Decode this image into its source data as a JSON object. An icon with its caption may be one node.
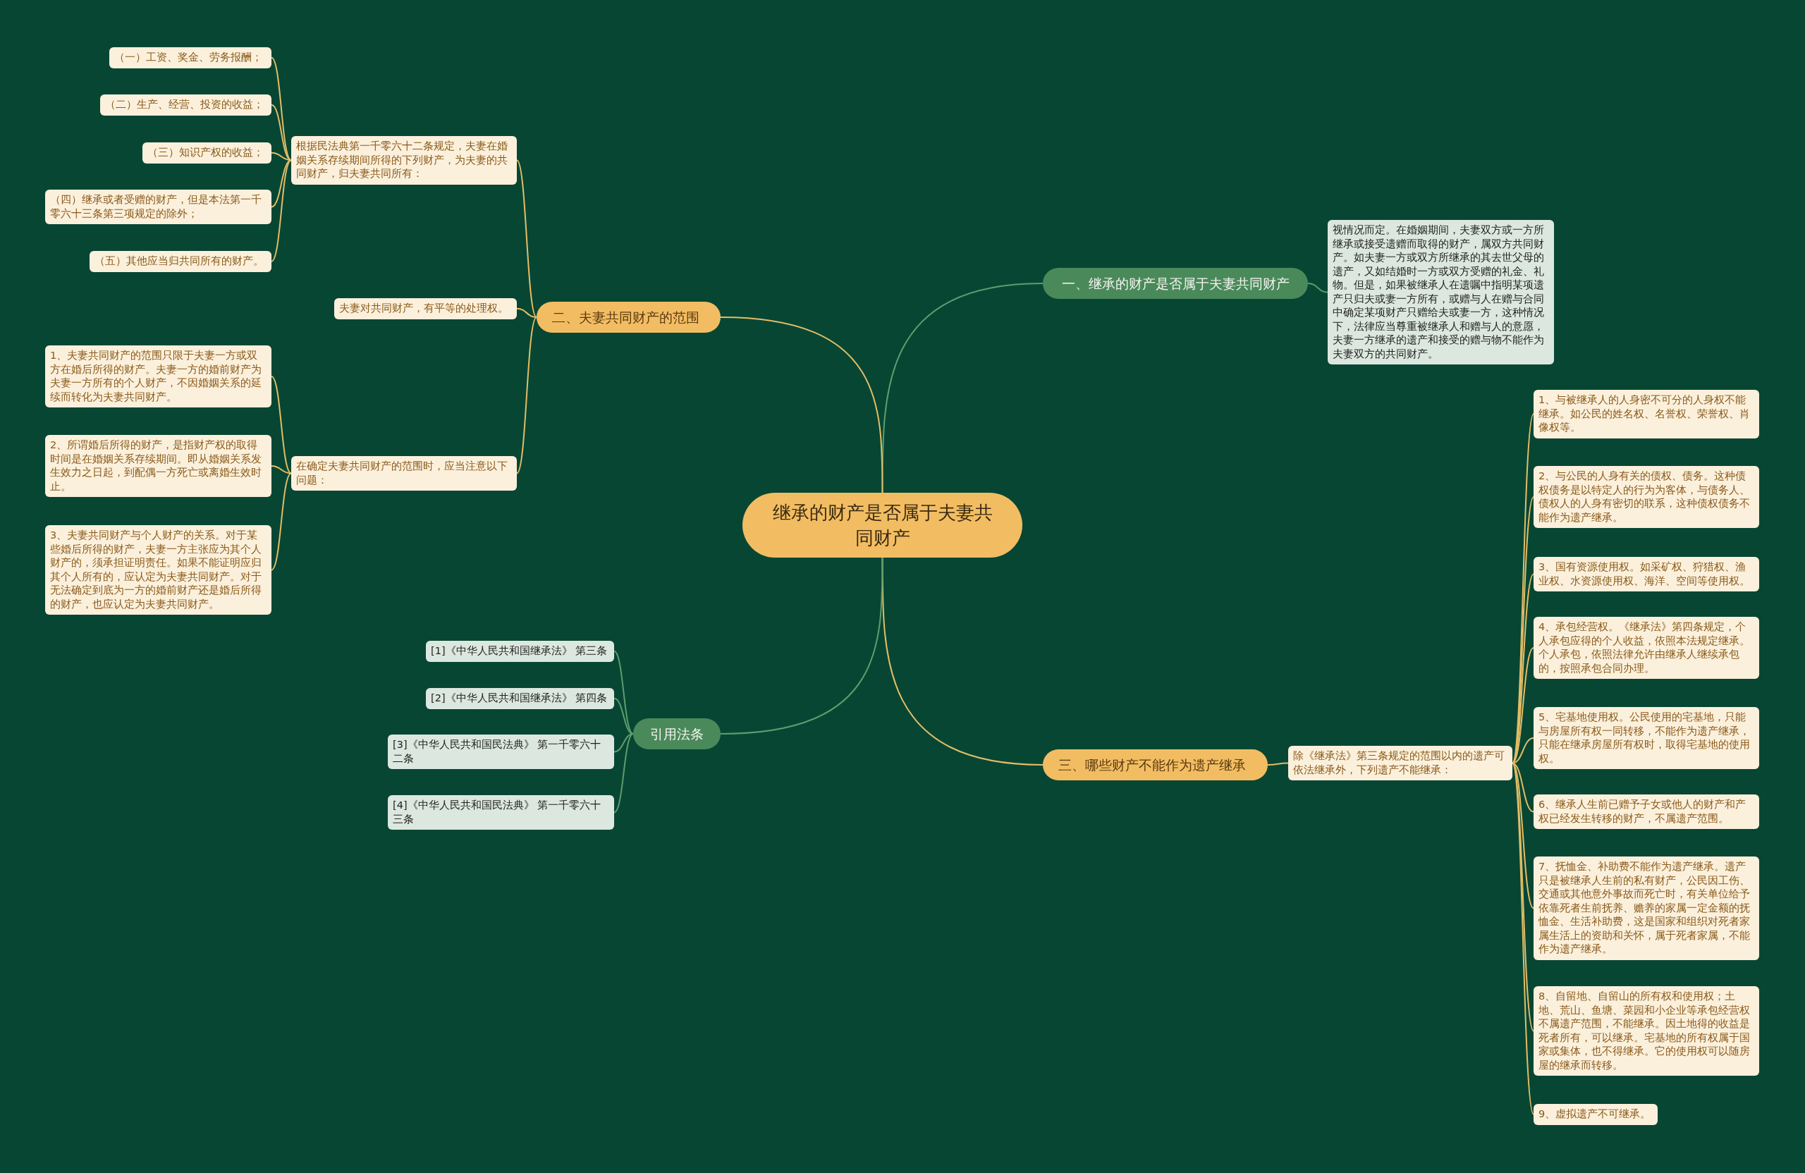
{
  "diagram": {
    "nodes": [
      {
        "text": [
          "继承的财产是否属于夫妻共同财产"
        ]
      },
      {
        "text": [
          "一、继承的财产是否属于夫妻共同财产"
        ]
      },
      {
        "text": [
          "视情况而定。在婚姻期间，夫妻双方或一方所继承或接受遗赠而取得的财产，属双方共同财产。如夫妻一方或双方所继承的其去世父母的遗产，又如结婚时一方或双方受赠的礼金、礼物。但是，如果被继承人在遗嘱中指明某项遗产只归夫或妻一方所有，或赠与人在赠与合同中确定某项财产只赠给夫或妻一方，这种情况下，法律应当尊重被继承人和赠与人的意愿，夫妻一方继承的遗产和接受的赠与物不能作为夫妻双方的共同财产。"
        ]
      },
      {
        "text": [
          "二、夫妻共同财产的范围"
        ]
      },
      {
        "text": [
          "根据民法典第一千零六十二条规定，夫妻在婚姻关系存续期间所得的下列财产，为夫妻的共同财产，归夫妻共同所有："
        ]
      },
      {
        "text": [
          "（一）工资、奖金、劳务报酬；"
        ]
      },
      {
        "text": [
          "（二）生产、经营、投资的收益；"
        ]
      },
      {
        "text": [
          "（三）知识产权的收益；"
        ]
      },
      {
        "text": [
          "（四）继承或者受赠的财产，但是本法第一千零六十三条第三项规定的除外；"
        ]
      },
      {
        "text": [
          "（五）其他应当归共同所有的财产。"
        ]
      },
      {
        "text": [
          "夫妻对共同财产，有平等的处理权。"
        ]
      },
      {
        "text": [
          "在确定夫妻共同财产的范围时，应当注意以下问题："
        ]
      },
      {
        "text": [
          "1、夫妻共同财产的范围只限于夫妻一方或双方在婚后所得的财产。夫妻一方的婚前财产为夫妻一方所有的个人财产，不因婚姻关系的延续而转化为夫妻共同财产。"
        ]
      },
      {
        "text": [
          "2、所谓婚后所得的财产，是指财产权的取得时间是在婚姻关系存续期间。即从婚姻关系发生效力之日起，到配偶一方死亡或离婚生效时止。"
        ]
      },
      {
        "text": [
          "3、夫妻共同财产与个人财产的关系。对于某些婚后所得的财产，夫妻一方主张应为其个人财产的，须承担证明责任。如果不能证明应归其个人所有的，应认定为夫妻共同财产。对于无法确定到底为一方的婚前财产还是婚后所得的财产，也应认定为夫妻共同财产。"
        ]
      },
      {
        "text": [
          "三、哪些财产不能作为遗产继承"
        ]
      },
      {
        "text": [
          "除《继承法》第三条规定的范围以内的遗产可依法继承外，下列遗产不能继承："
        ]
      },
      {
        "text": [
          "1、与被继承人的人身密不可分的人身权不能继承。如公民的姓名权、名誉权、荣誉权、肖像权等。"
        ]
      },
      {
        "text": [
          "2、与公民的人身有关的债权、债务。这种债权债务是以特定人的行为为客体，与债务人、债权人的人身有密切的联系，这种债权债务不能作为遗产继承。"
        ]
      },
      {
        "text": [
          "3、国有资源使用权。如采矿权、狩猎权、渔业权、水资源使用权、海洋、空间等使用权。"
        ]
      },
      {
        "text": [
          "4、承包经营权。《继承法》第四条规定，个人承包应得的个人收益，依照本法规定继承。个人承包，依照法律允许由继承人继续承包的，按照承包合同办理。"
        ]
      },
      {
        "text": [
          "5、宅基地使用权。公民使用的宅基地，只能与房屋所有权一同转移，不能作为遗产继承，只能在继承房屋所有权时，取得宅基地的使用权。"
        ]
      },
      {
        "text": [
          "6、继承人生前已赠予子女或他人的财产和产权已经发生转移的财产，不属遗产范围。"
        ]
      },
      {
        "text": [
          "7、抚恤金、补助费不能作为遗产继承。遗产只是被继承人生前的私有财产，公民因工伤、交通或其他意外事故而死亡时，有关单位给予依靠死者生前抚养、赡养的家属一定金额的抚恤金、生活补助费，这是国家和组织对死者家属生活上的资助和关怀，属于死者家属，不能作为遗产继承。"
        ]
      },
      {
        "text": [
          "8、自留地、自留山的所有权和使用权；土地、荒山、鱼塘、菜园和小企业等承包经营权不属遗产范围，不能继承。因土地得的收益是死者所有，可以继承。宅基地的所有权属于国家或集体，也不得继承。它的使用权可以随房屋的继承而转移。"
        ]
      },
      {
        "text": [
          "9、虚拟遗产不可继承。"
        ]
      },
      {
        "text": [
          "引用法条"
        ]
      },
      {
        "text": [
          "[1]《中华人民共和国继承法》 第三条"
        ]
      },
      {
        "text": [
          "[2]《中华人民共和国继承法》 第四条"
        ]
      },
      {
        "text": [
          "[3]《中华人民共和国民法典》 第一千零六十二条"
        ]
      },
      {
        "text": [
          "[4]《中华人民共和国民法典》 第一千零六十三条"
        ]
      }
    ],
    "edges": [
      {
        "from": 0,
        "to": 1,
        "arrow": "none",
        "color": "#5e9e6c"
      },
      {
        "from": 1,
        "to": 2,
        "arrow": "none",
        "color": "#5e9e6c"
      },
      {
        "from": 0,
        "to": 3,
        "arrow": "none"
      },
      {
        "from": 3,
        "to": 4,
        "arrow": "none"
      },
      {
        "from": 4,
        "to": 5,
        "arrow": "none"
      },
      {
        "from": 4,
        "to": 6,
        "arrow": "none"
      },
      {
        "from": 4,
        "to": 7,
        "arrow": "none"
      },
      {
        "from": 4,
        "to": 8,
        "arrow": "none"
      },
      {
        "from": 4,
        "to": 9,
        "arrow": "none"
      },
      {
        "from": 3,
        "to": 10,
        "arrow": "none"
      },
      {
        "from": 3,
        "to": 11,
        "arrow": "none"
      },
      {
        "from": 11,
        "to": 12,
        "arrow": "none"
      },
      {
        "from": 11,
        "to": 13,
        "arrow": "none"
      },
      {
        "from": 11,
        "to": 14,
        "arrow": "none"
      },
      {
        "from": 0,
        "to": 15,
        "arrow": "none"
      },
      {
        "from": 15,
        "to": 16,
        "arrow": "none"
      },
      {
        "from": 16,
        "to": 17,
        "arrow": "none"
      },
      {
        "from": 16,
        "to": 18,
        "arrow": "none"
      },
      {
        "from": 16,
        "to": 19,
        "arrow": "none"
      },
      {
        "from": 16,
        "to": 20,
        "arrow": "none"
      },
      {
        "from": 16,
        "to": 21,
        "arrow": "none"
      },
      {
        "from": 16,
        "to": 22,
        "arrow": "none"
      },
      {
        "from": 16,
        "to": 23,
        "arrow": "none"
      },
      {
        "from": 16,
        "to": 24,
        "arrow": "none"
      },
      {
        "from": 16,
        "to": 25,
        "arrow": "none"
      },
      {
        "from": 0,
        "to": 26,
        "arrow": "none",
        "color": "#5e9e6c"
      },
      {
        "from": 26,
        "to": 27,
        "arrow": "none",
        "color": "#5e9e6c"
      },
      {
        "from": 26,
        "to": 28,
        "arrow": "none",
        "color": "#5e9e6c"
      },
      {
        "from": 26,
        "to": 29,
        "arrow": "none",
        "color": "#5e9e6c"
      },
      {
        "from": 26,
        "to": 30,
        "arrow": "none",
        "color": "#5e9e6c"
      }
    ]
  }
}
